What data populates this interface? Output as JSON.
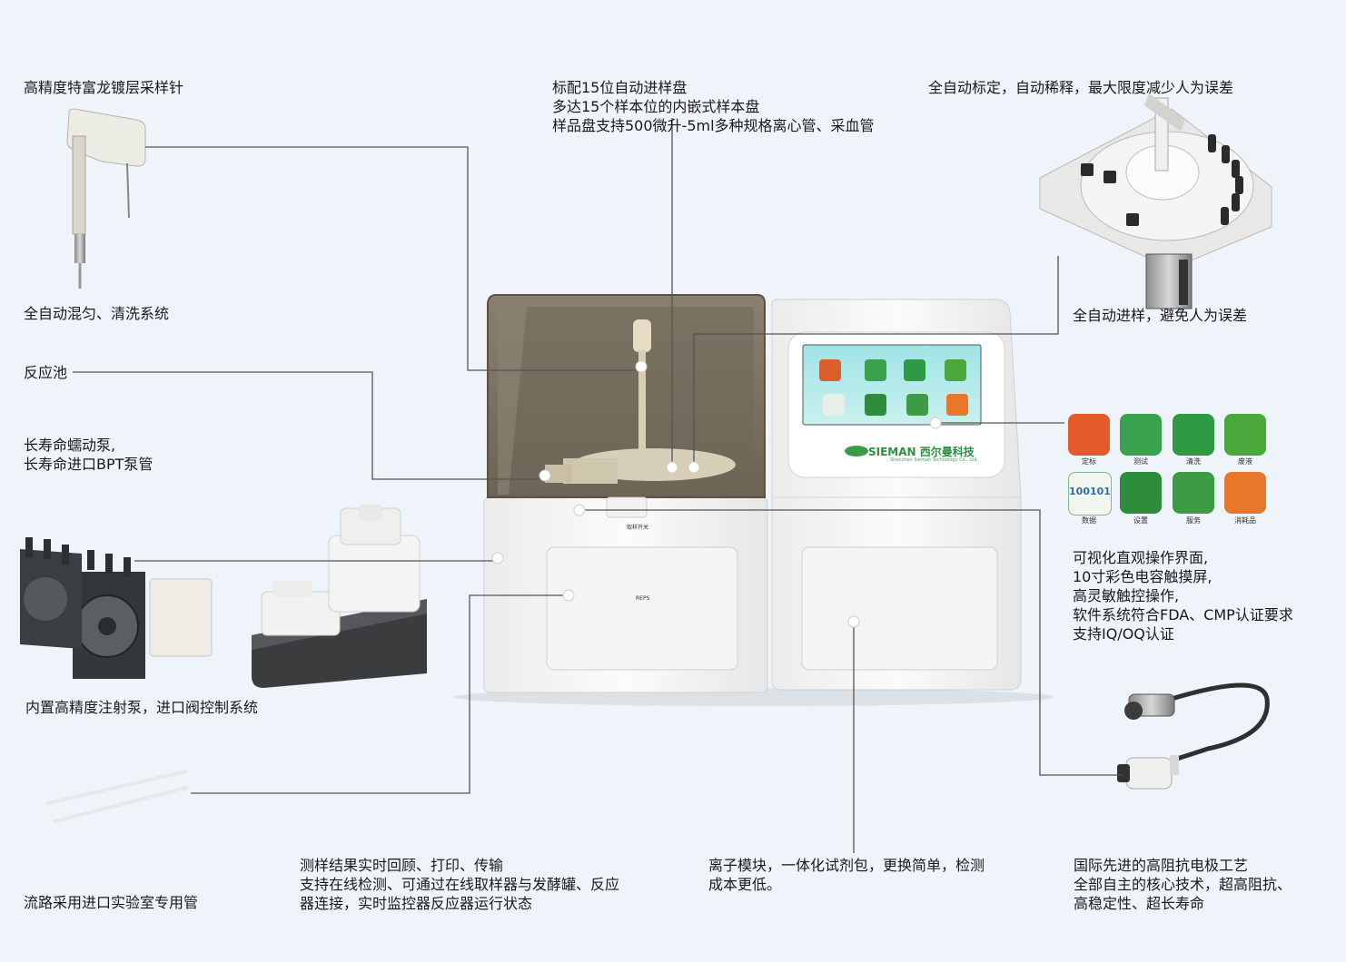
{
  "labels": {
    "probe": "高精度特富龙镀层采样针",
    "mixing": "全自动混匀、清洗系统",
    "reaction": "反应池",
    "pump_line1": "长寿命蠕动泵,",
    "pump_line2": "长寿命进口BPT泵管",
    "syringe": "内置高精度注射泵，进口阀控制系统",
    "tubing": "流路采用进口实验室专用管",
    "tray_line1": "标配15位自动进样盘",
    "tray_line2": "多达15个样本位的内嵌式样本盘",
    "tray_line3": "样品盘支持500微升-5ml多种规格离心管、采血管",
    "calibration": "全自动标定，自动稀释，最大限度减少人为误差",
    "autosampling": "全自动进样，避免人为误差",
    "ui_line1": "可视化直观操作界面,",
    "ui_line2": "10寸彩色电容触摸屏,",
    "ui_line3": "高灵敏触控操作,",
    "ui_line4": "软件系统符合FDA、CMP认证要求",
    "ui_line5": "支持IQ/OQ认证",
    "results_line1": "测样结果实时回顾、打印、传输",
    "results_line2": "支持在线检测、可通过在线取样器与发酵罐、反应",
    "results_line3": "器连接，实时监控器反应器运行状态",
    "ion_line1": "离子模块，一体化试剂包，更换简单，检测",
    "ion_line2": "成本更低。",
    "electrode_line1": "国际先进的高阻抗电极工艺",
    "electrode_line2": "全部自主的核心技术，超高阻抗、",
    "electrode_line3": "高稳定性、超长寿命"
  },
  "brand": {
    "logo_text": "SIEMAN 西尔曼科技",
    "logo_sub": "Shenzhen Sieman Technology Co., Ltd."
  },
  "device": {
    "panel_label": "取样开关",
    "reps_label": "REPS"
  },
  "app_icons": [
    {
      "name": "calibration-icon",
      "label": "定标",
      "color": "#e55a2b"
    },
    {
      "name": "test-icon",
      "label": "测试",
      "color": "#3aa24f"
    },
    {
      "name": "clean-icon",
      "label": "清洗",
      "color": "#2f9a46"
    },
    {
      "name": "waste-icon",
      "label": "废液",
      "color": "#4aa83a"
    },
    {
      "name": "data-icon",
      "label": "数据",
      "color": "#3b8f3f"
    },
    {
      "name": "settings-icon",
      "label": "设置",
      "color": "#2e8d3d"
    },
    {
      "name": "service-icon",
      "label": "服务",
      "color": "#3e9b45"
    },
    {
      "name": "consumables-icon",
      "label": "消耗品",
      "color": "#e8762b"
    }
  ],
  "colors": {
    "leader": "#555555",
    "device_white": "#f7f7f7",
    "lid_tint": "#7b7262",
    "icon_green": "#3aa24f"
  }
}
